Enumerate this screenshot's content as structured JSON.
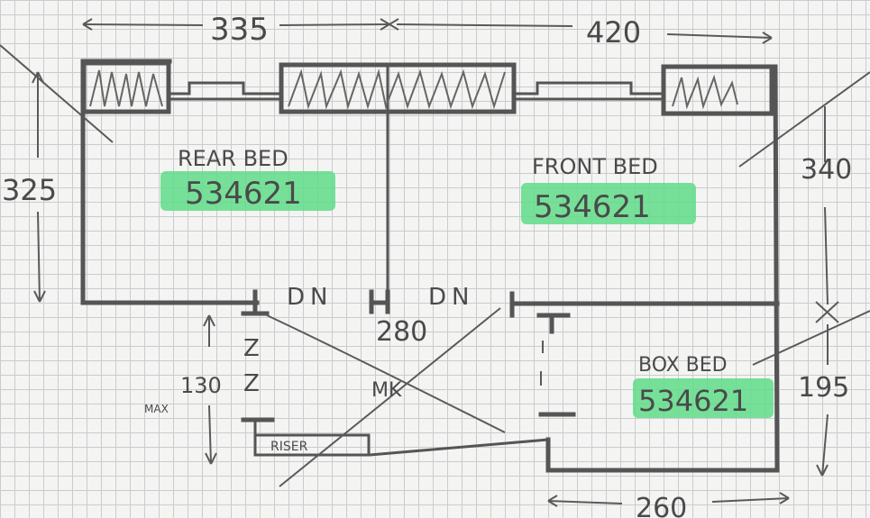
{
  "rooms": {
    "rear": {
      "name": "REAR BED",
      "size": "534621"
    },
    "front": {
      "name": "FRONT BED",
      "size": "534621"
    },
    "box": {
      "name": "BOX BED",
      "size": "534621"
    }
  },
  "dimensions": {
    "top_left": "335",
    "top_right": "420",
    "left_height": "325",
    "right_upper": "340",
    "right_lower": "195",
    "bottom_width": "260",
    "door_gap": "280",
    "landing": "130",
    "landing_max": "MAX"
  },
  "labels": {
    "dn_left": "DN",
    "dn_right": "DN",
    "stair_mark_left": "Z\nZ",
    "riser": "RISER",
    "landing_note": "MK"
  },
  "colors": {
    "highlight": "#5fdc8a",
    "ink": "#4a4a4a",
    "grid": "#c9ccd0"
  }
}
